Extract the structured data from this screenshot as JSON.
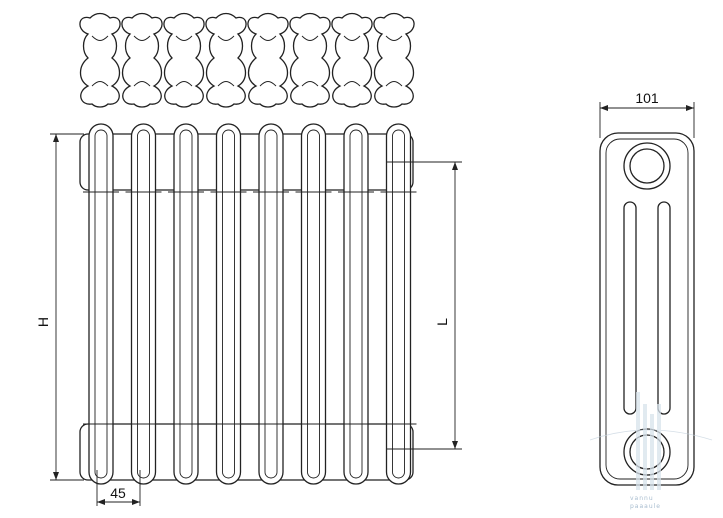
{
  "drawing": {
    "top_view": {
      "section_count": 8
    },
    "front_view": {
      "column_count": 8
    },
    "dimensions": {
      "height_label": "H",
      "connection_distance_label": "L",
      "section_pitch_label": "45",
      "depth_label": "101"
    },
    "watermark": {
      "line1": "vannu",
      "line2": "paaaule",
      "color": "#8aa6bf"
    }
  }
}
